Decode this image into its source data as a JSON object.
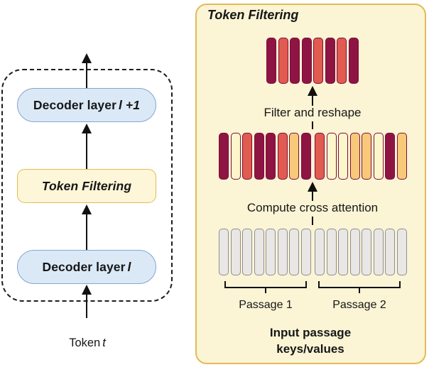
{
  "palette": {
    "dark": "#8E1444",
    "salmon": "#E15B51",
    "orange": "#F8C979",
    "cream": "#FBF7CB",
    "gray": "#E8E7E5"
  },
  "token_borders": {
    "colored": "#7C0E3A",
    "gray": "#8F8F8F"
  },
  "accents": {
    "panel_bg": "#FBF4D5",
    "panel_border": "#E2BB55",
    "decoder_box_bg": "#DBE9F7",
    "decoder_box_border": "#85A5D0",
    "filter_box_bg": "#FDF6D8",
    "filter_box_border": "#E2BB55"
  },
  "left": {
    "upper_box_prefix": "Decoder layer",
    "upper_box_var": "l +1",
    "filter_box_label": "Token Filtering",
    "lower_box_prefix": "Decoder layer",
    "lower_box_var": "l",
    "input_prefix": "Token",
    "input_var": "t"
  },
  "right": {
    "title": "Token Filtering",
    "filter_arrow_label": "Filter and reshape",
    "attention_arrow_label": "Compute cross attention",
    "passage_labels": [
      "Passage 1",
      "Passage 2"
    ],
    "caption_lines": [
      "Input passage",
      "keys/values"
    ],
    "token_rows": {
      "filtered": [
        "dark",
        "salmon",
        "dark",
        "dark",
        "salmon",
        "dark",
        "salmon",
        "dark"
      ],
      "cross_attended": [
        "dark",
        "cream",
        "salmon",
        "dark",
        "dark",
        "salmon",
        "orange",
        "dark",
        "salmon",
        "cream",
        "cream",
        "orange",
        "orange",
        "cream",
        "dark",
        "orange"
      ],
      "input": [
        "gray",
        "gray",
        "gray",
        "gray",
        "gray",
        "gray",
        "gray",
        "gray",
        "gray",
        "gray",
        "gray",
        "gray",
        "gray",
        "gray",
        "gray",
        "gray"
      ]
    }
  }
}
